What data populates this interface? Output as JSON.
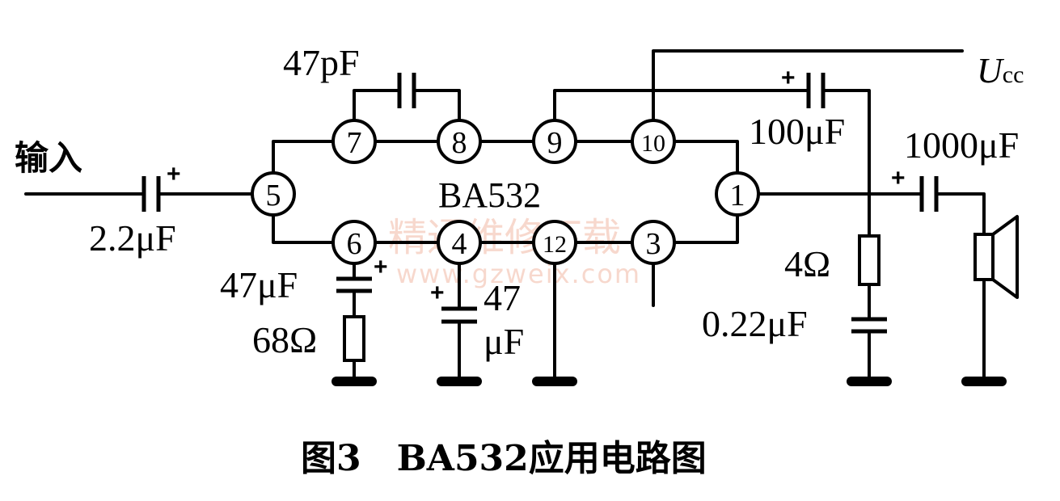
{
  "input_label": "输入",
  "ic_label": "BA532",
  "supply_label": "U",
  "supply_sub": "cc",
  "pins": [
    "⑦",
    "⑧",
    "⑨",
    "⑩",
    "⑤",
    "①",
    "⑥",
    "④",
    "⑫",
    "③"
  ],
  "pin_numbers": [
    "7",
    "8",
    "9",
    "10",
    "5",
    "1",
    "6",
    "4",
    "12",
    "3"
  ],
  "components": {
    "c_input": "2.2μF",
    "c_feedback": "47pF",
    "c_pin6": "47μF",
    "r_pin6": "68Ω",
    "c_pin4_a": "47",
    "c_pin4_b": "μF",
    "c_bootstrap": "100μF",
    "c_output": "1000μF",
    "r_zobel": "4Ω",
    "c_zobel": "0.22μF"
  },
  "polarity_mark": "+",
  "watermark": {
    "line1": "精通维修下载",
    "line2": "www.gzweix.com"
  },
  "caption": "图3　BA532应用电路图"
}
